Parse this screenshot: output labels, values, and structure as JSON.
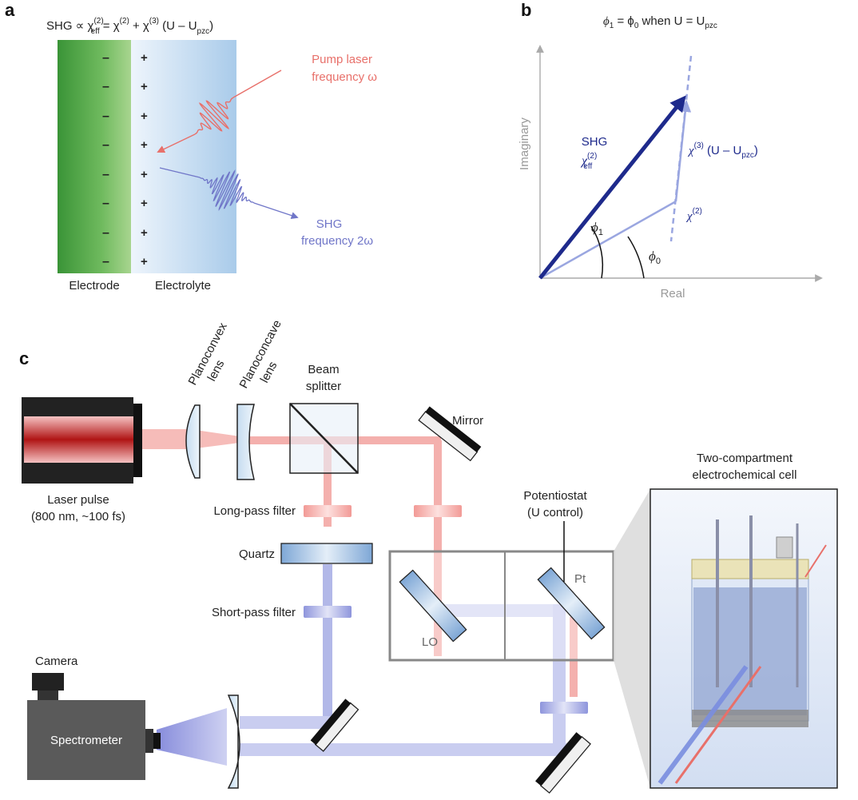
{
  "panel_a": {
    "label": "a",
    "equation": "SHG ∝ χ",
    "eq_sup1": "(2)",
    "eq_sub1": "eff",
    "eq_part2": " = χ",
    "eq_sup2": "(2)",
    "eq_part3": " + χ",
    "eq_sup3": "(3)",
    "eq_part4": " (U – U",
    "eq_sub4": "pzc",
    "eq_part5": ")",
    "minus_sign": "–",
    "plus_sign": "+",
    "pump_line1": "Pump laser",
    "pump_line2": "frequency ω",
    "shg_line1": "SHG",
    "shg_line2": "frequency 2ω",
    "electrode": "Electrode",
    "electrolyte": "Electrolyte"
  },
  "panel_b": {
    "label": "b",
    "title_pre": "ϕ",
    "title_sub1": "1",
    "title_mid": " = ϕ",
    "title_sub0": "0",
    "title_post": " when U = U",
    "title_subpzc": "pzc",
    "ylabel": "Imaginary",
    "xlabel": "Real",
    "shg_word": "SHG",
    "chi": "χ",
    "sup2": "(2)",
    "sup3": "(3)",
    "sub_eff": "eff",
    "chi3_term": " (U – U",
    "sub_pzc": "pzc",
    "close": ")",
    "phi": "ϕ",
    "sub1": "1",
    "sub0": "0"
  },
  "panel_c": {
    "label": "c",
    "planoconvex_1": "Planoconvex",
    "planoconvex_2": "lens",
    "planoconcave_1": "Planoconcave",
    "planoconcave_2": "lens",
    "beam_1": "Beam",
    "beam_2": "splitter",
    "mirror": "Mirror",
    "laser_1": "Laser pulse",
    "laser_2": "(800 nm, ~100 fs)",
    "longpass": "Long-pass filter",
    "quartz": "Quartz",
    "shortpass": "Short-pass filter",
    "camera": "Camera",
    "spectrometer": "Spectrometer",
    "potentiostat_1": "Potentiostat",
    "potentiostat_2": "(U control)",
    "pt": "Pt",
    "lo": "LO",
    "cell_1": "Two-compartment",
    "cell_2": "electrochemical cell"
  },
  "colors": {
    "pump_red": "#e8706a",
    "shg_blue": "#7076c8",
    "dark_blue": "#1e2a8c",
    "light_blue": "#9aa6e0",
    "electrode_green": "#3f9a3a",
    "electrolyte_blue": "#b4d2ee",
    "axis_gray": "#999999"
  }
}
